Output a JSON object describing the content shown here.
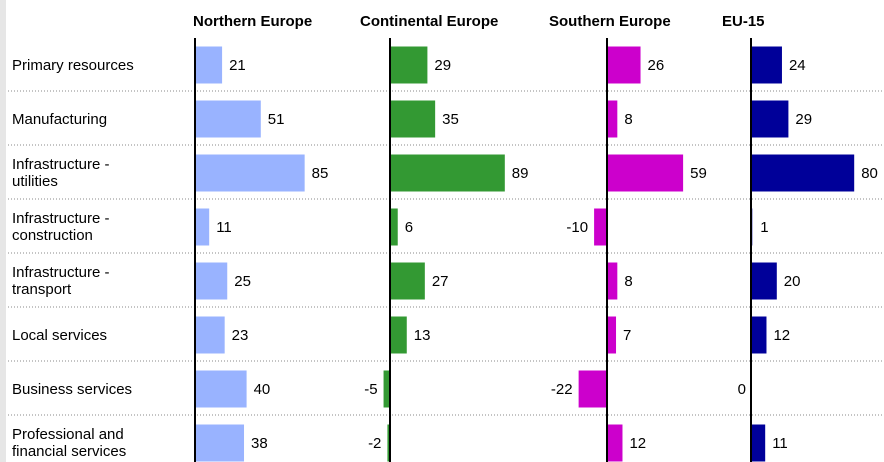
{
  "chart_data": {
    "type": "bar",
    "orientation": "horizontal",
    "panels": [
      "Northern Europe",
      "Continental Europe",
      "Southern Europe",
      "EU-15"
    ],
    "categories": [
      [
        "Primary resources"
      ],
      [
        "Manufacturing"
      ],
      [
        "Infrastructure -",
        "utilities"
      ],
      [
        "Infrastructure -",
        "construction"
      ],
      [
        "Infrastructure -",
        "transport"
      ],
      [
        "Local services"
      ],
      [
        "Business services"
      ],
      [
        "Professional and",
        "financial services"
      ]
    ],
    "series": [
      {
        "name": "Northern Europe",
        "color": "#99b3ff",
        "values": [
          21,
          51,
          85,
          11,
          25,
          23,
          40,
          38
        ]
      },
      {
        "name": "Continental Europe",
        "color": "#339933",
        "values": [
          29,
          35,
          89,
          6,
          27,
          13,
          -5,
          -2
        ]
      },
      {
        "name": "Southern Europe",
        "color": "#cc00cc",
        "values": [
          26,
          8,
          59,
          -10,
          8,
          7,
          -22,
          12
        ]
      },
      {
        "name": "EU-15",
        "color": "#000099",
        "values": [
          24,
          29,
          80,
          1,
          20,
          12,
          0,
          11
        ]
      }
    ],
    "grid": "dotted row separators"
  }
}
